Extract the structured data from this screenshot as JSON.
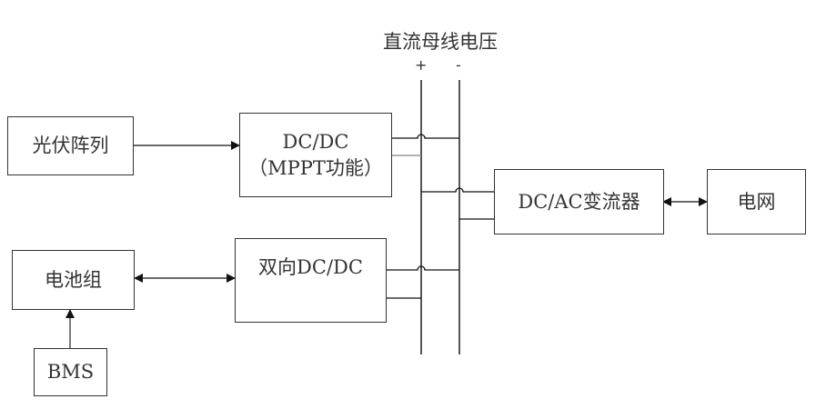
{
  "diagram": {
    "bus_label": "直流母线电压",
    "bus_plus": "+",
    "bus_minus": "-",
    "blocks": {
      "pv_array": "光伏阵列",
      "dcdc_mppt_line1": "DC/DC",
      "dcdc_mppt_line2": "（MPPT功能）",
      "inverter": "DC/AC变流器",
      "grid": "电网",
      "battery": "电池组",
      "bidirectional_dcdc": "双向DC/DC",
      "bms": "BMS"
    },
    "connections": [
      {
        "from": "pv_array",
        "to": "dcdc_mppt",
        "type": "unidirectional"
      },
      {
        "from": "inverter",
        "to": "grid",
        "type": "bidirectional"
      },
      {
        "from": "battery",
        "to": "bidirectional_dcdc",
        "type": "bidirectional"
      },
      {
        "from": "bms",
        "to": "battery",
        "type": "unidirectional"
      },
      {
        "from": "dcdc_mppt",
        "to": "dc_bus",
        "type": "line"
      },
      {
        "from": "bidirectional_dcdc",
        "to": "dc_bus",
        "type": "line"
      },
      {
        "from": "dc_bus",
        "to": "inverter",
        "type": "line"
      }
    ]
  }
}
